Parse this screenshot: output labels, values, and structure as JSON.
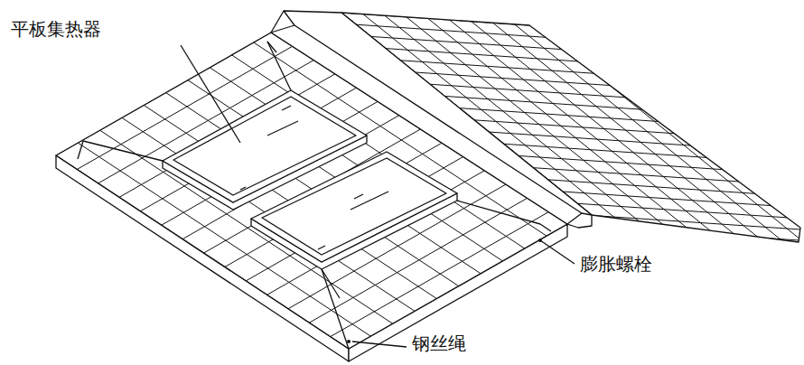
{
  "diagram": {
    "labels": [
      "平板集热器",
      "膨胀螺栓",
      "钢丝绳"
    ]
  }
}
